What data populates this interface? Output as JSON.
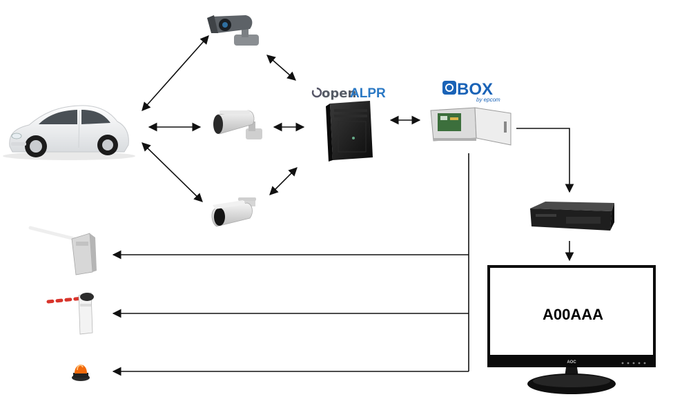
{
  "logos": {
    "openalpr_prefix": "open",
    "openalpr_suffix": "ALPR",
    "box_brand": "BOX",
    "box_byline": "by epcom"
  },
  "monitor": {
    "plate_text": "A00AAA",
    "brand": "AOC"
  },
  "colors": {
    "arrow": "#111111",
    "openalpr_blue": "#2a78c4",
    "box_blue": "#1a63b7",
    "beacon_orange": "#f26a0c",
    "barrier_red": "#d8342b"
  },
  "devices": [
    "car",
    "dome-camera",
    "bullet-camera-middle",
    "bullet-camera-bottom",
    "openalpr-server",
    "box-controller",
    "nvr-recorder",
    "monitor",
    "barrier-gate-1",
    "barrier-gate-2",
    "warning-beacon"
  ]
}
